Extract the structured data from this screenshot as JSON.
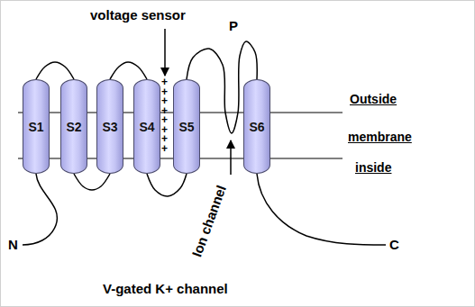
{
  "diagram": {
    "caption": "V-gated K+ channel",
    "nodes": [
      {
        "text": [
          "S1"
        ]
      },
      {
        "text": [
          "S2"
        ]
      },
      {
        "text": [
          "S3"
        ]
      },
      {
        "text": [
          "S4"
        ]
      },
      {
        "text": [
          "S5"
        ]
      },
      {
        "text": [
          "S6"
        ]
      }
    ],
    "edges": [
      {
        "from": 0,
        "to": 1,
        "arrow": "none"
      },
      {
        "from": 1,
        "to": 2,
        "arrow": "none"
      },
      {
        "from": 2,
        "to": 3,
        "arrow": "none"
      },
      {
        "from": 3,
        "to": 4,
        "arrow": "none"
      },
      {
        "from": 4,
        "to": 5,
        "label": "P",
        "arrow": "none"
      }
    ],
    "labels": [
      "voltage sensor",
      "+",
      "+",
      "+",
      "+",
      "+",
      "+",
      "+",
      "+",
      "Outside",
      "membrane",
      "inside",
      "Ion channel",
      "N",
      "C"
    ]
  }
}
